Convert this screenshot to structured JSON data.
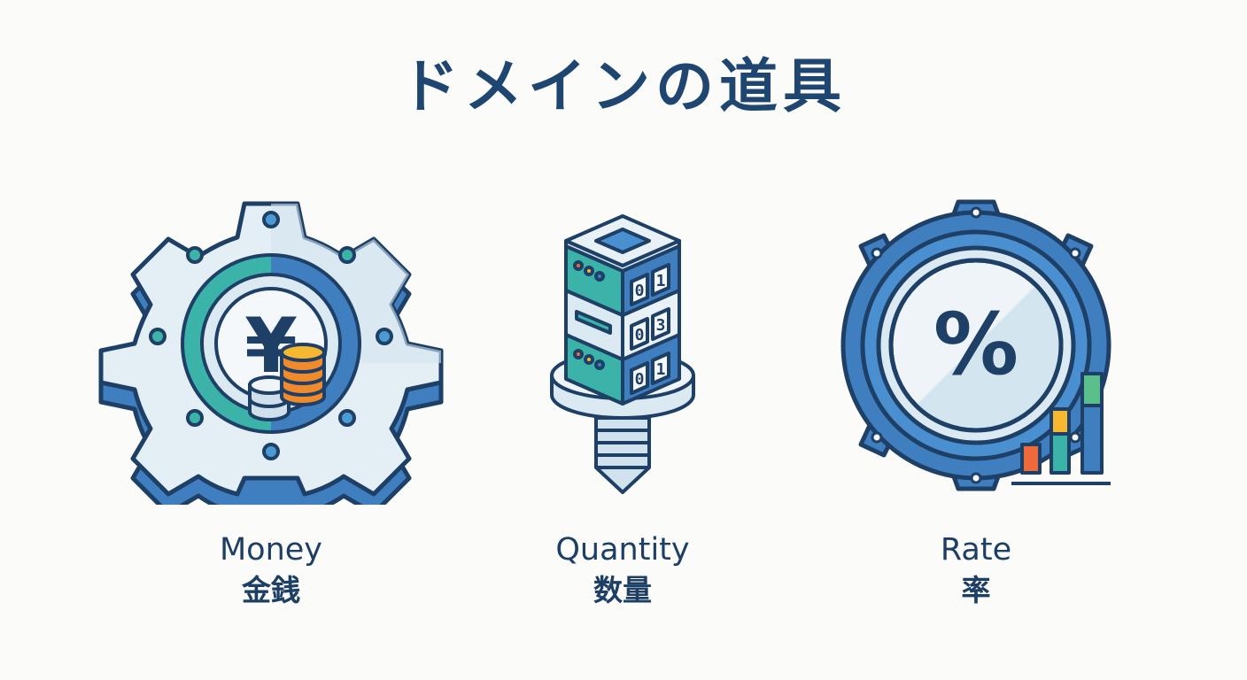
{
  "title": "ドメインの道具",
  "colors": {
    "background": "#fbfbf9",
    "text": "#1d3f66",
    "outline": "#1e3f66",
    "blue": "#3f7fc0",
    "light_blue": "#dbe9f2",
    "teal": "#3bb3a8",
    "orange": "#f08a2c",
    "yellow": "#f7b731",
    "red_orange": "#ee6a3a",
    "green": "#5bbf8c"
  },
  "items": [
    {
      "id": "money",
      "label_en": "Money",
      "label_ja": "金銭",
      "icon": "gear-yen-coins-icon",
      "symbol": "¥"
    },
    {
      "id": "quantity",
      "label_en": "Quantity",
      "label_ja": "数量",
      "icon": "counter-tower-screw-icon",
      "digits": [
        "0",
        "1",
        "0",
        "3",
        "0",
        "1"
      ]
    },
    {
      "id": "rate",
      "label_en": "Rate",
      "label_ja": "率",
      "icon": "percent-dial-bar-chart-icon",
      "symbol": "%"
    }
  ]
}
